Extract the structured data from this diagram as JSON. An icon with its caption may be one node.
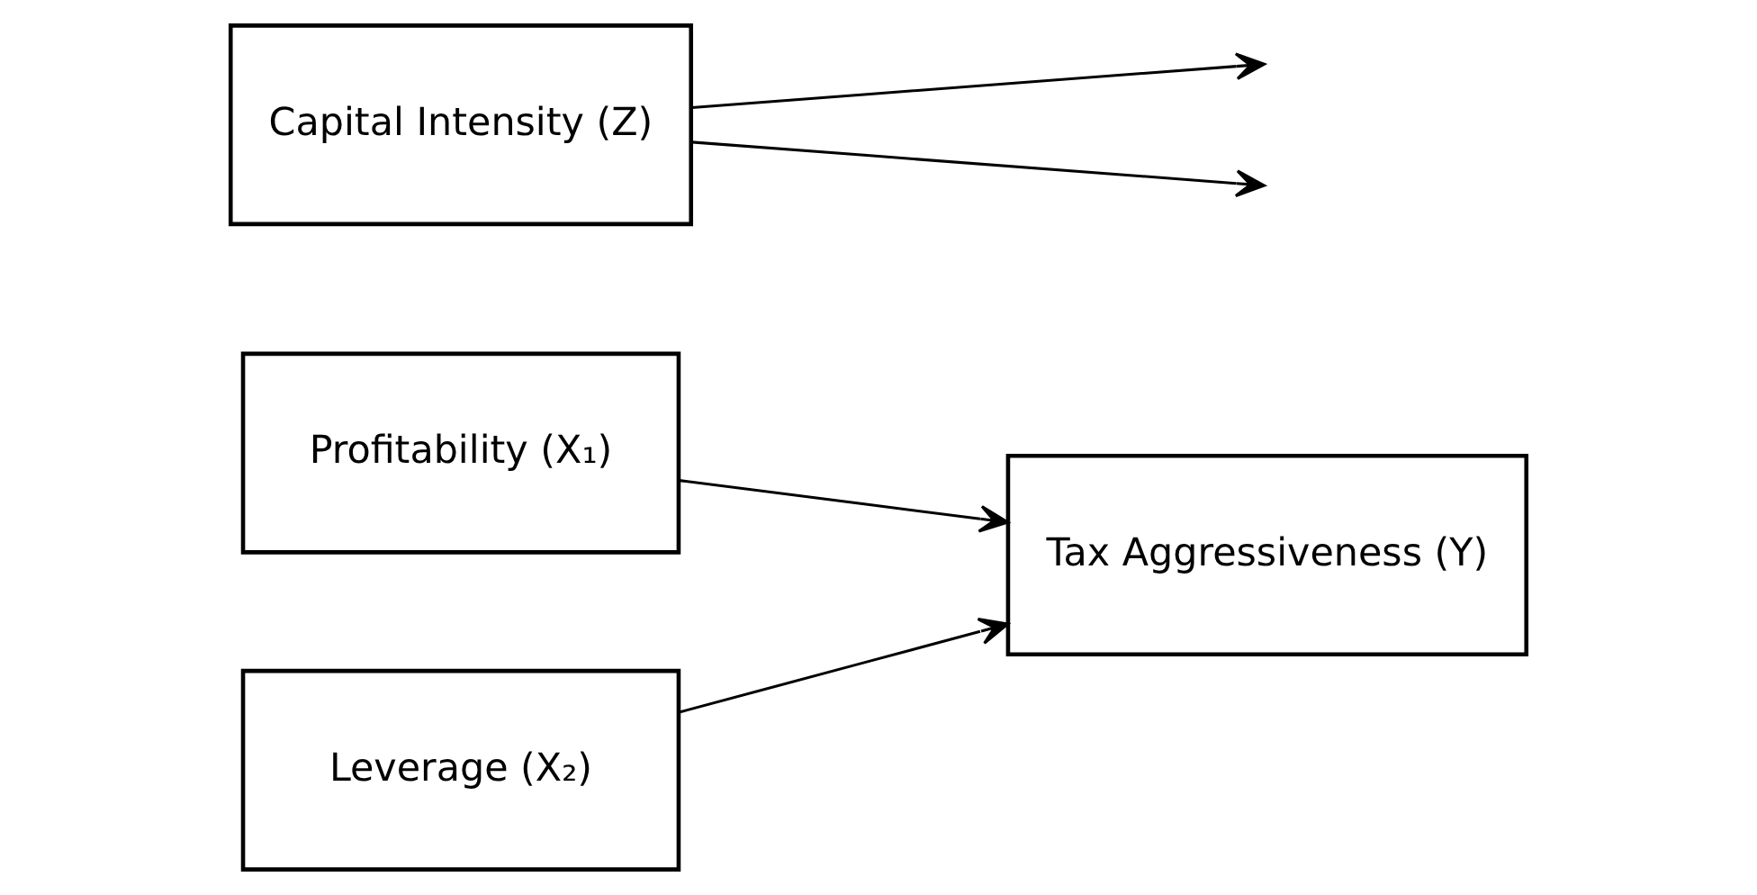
{
  "diagram": {
    "nodes": [
      {
        "text": [
          "Profitability (X₁)"
        ]
      },
      {
        "text": [
          "Leverage (X₂)"
        ]
      },
      {
        "text": [
          "Tax Aggressiveness (Y)"
        ]
      },
      {
        "text": [
          "Capital Intensity (Z)"
        ]
      }
    ],
    "edges": [
      {
        "from": 0,
        "to": 2,
        "arrow": "to"
      },
      {
        "from": 1,
        "to": 2,
        "arrow": "to"
      },
      {
        "from": 3,
        "to": null,
        "arrow": "to"
      },
      {
        "from": 3,
        "to": null,
        "arrow": "to"
      }
    ]
  }
}
